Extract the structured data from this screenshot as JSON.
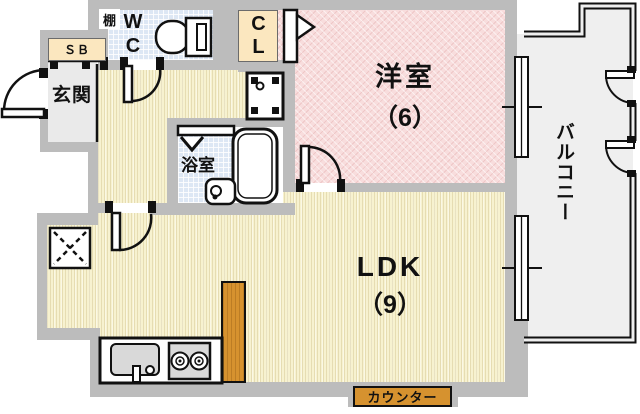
{
  "plan_type": "apartment-floorplan",
  "rooms": {
    "entrance": {
      "label": "玄関"
    },
    "shoe_box": {
      "label": "ＳＢ"
    },
    "shelf": {
      "label": "棚"
    },
    "toilet_room": {
      "label": "WC"
    },
    "closet": {
      "label": "CL"
    },
    "western_room": {
      "label": "洋室",
      "size_label": "（6）"
    },
    "bathroom": {
      "label": "浴室"
    },
    "ldk": {
      "label": "LDK",
      "size_label": "（9）"
    },
    "balcony": {
      "label": "バルコニー"
    },
    "counter": {
      "label": "カウンター"
    }
  },
  "icons": [
    "toilet-icon",
    "bathtub-icon",
    "wash-basin-icon",
    "washing-machine-icon",
    "refrigerator-icon",
    "kitchen-sink-icon",
    "gas-stove-icon",
    "door-swing-icon",
    "folding-door-icon",
    "closet-door-icon",
    "sliding-window-icon"
  ],
  "colors": {
    "wall": "#bcbcbc",
    "wood_floor": "#f7f2d0",
    "western_room_floor": "#f8dddd",
    "wet_area_floor": "#dde7f4",
    "storage_fill": "#fbe7bf",
    "entrance_floor": "#eaeaea",
    "balcony_floor": "#efefef",
    "counter_orange": "#d6922f",
    "outline": "#111111"
  }
}
